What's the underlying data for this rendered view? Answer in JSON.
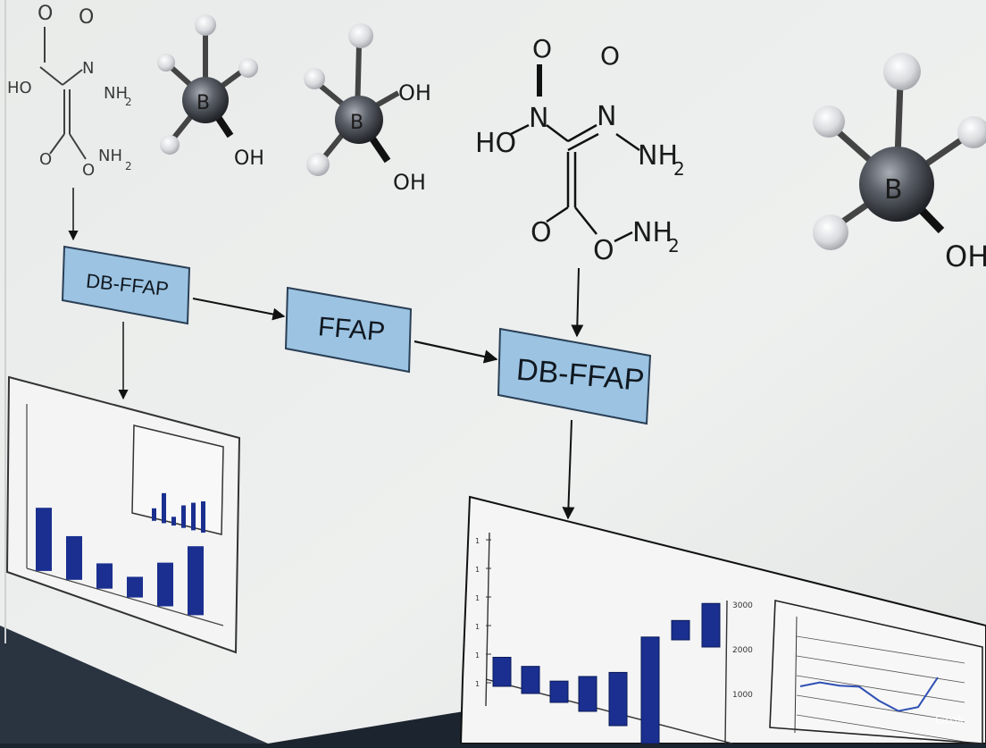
{
  "colors": {
    "box_fill": "#9cc3e2",
    "box_stroke": "#2a3f55",
    "bar_fill": "#1a2f8f",
    "screen": "#eceeed"
  },
  "molecule_labels": {
    "o_top": "O",
    "o_top2": "O",
    "ho": "HO",
    "n": "N",
    "n2": "N",
    "nh2": "NH",
    "sub2": "2",
    "o_bottom": "O",
    "o_ring": "O",
    "boron": "B",
    "oh": "OH"
  },
  "boxes": {
    "left": "DB-FFAP",
    "middle": "FFAP",
    "right": "DB-FFAP"
  },
  "charts": [
    {
      "chart_data": {
        "type": "bar",
        "title": "",
        "xlabel": "",
        "ylabel": "",
        "series": [
          {
            "values": [
              55,
              38,
              22,
              18,
              38,
              60
            ]
          }
        ],
        "ylim": [
          0,
          70
        ],
        "inset": {
          "type": "bar",
          "values": [
            20,
            48,
            14,
            36,
            44,
            50
          ]
        }
      }
    },
    {
      "chart_data": {
        "type": "bar",
        "title": "",
        "xlabel": "",
        "ylabel": "",
        "categories": [
          "",
          "",
          "",
          "",
          "",
          "",
          "",
          ""
        ],
        "series": [
          {
            "values": [
              30,
              28,
              22,
              36,
              55,
              110,
              20,
              45
            ]
          }
        ],
        "ylim": [
          0,
          120
        ],
        "y_ticks_left": [
          "1",
          "1",
          "1",
          "1",
          "1",
          "1"
        ],
        "y_ticks_right": [
          "3000",
          "2000",
          "1000"
        ],
        "line_values": [
          40,
          48,
          46,
          47,
          30,
          18,
          26,
          70
        ]
      }
    }
  ],
  "watermark": "Grok"
}
